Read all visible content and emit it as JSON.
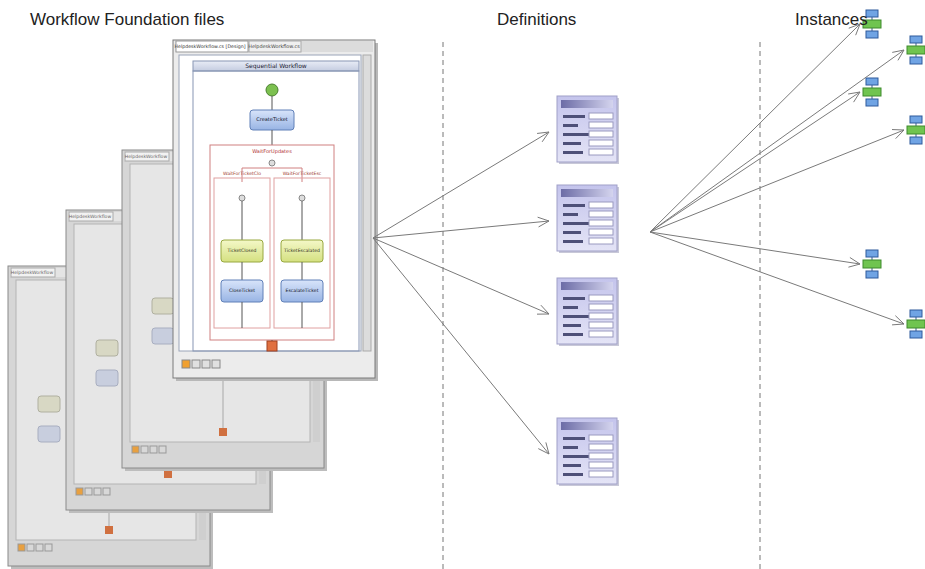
{
  "diagram": {
    "labels": [
      "Workflow Foundation files",
      "Definitions",
      "Instances",
      "HelpdeskWorkflow.cs [Design]",
      "HelpdeskWorkflow.cs",
      "Sequential Workflow",
      "CreateTicket",
      "WaitForUpdates",
      "WaitForTicketClo",
      "WaitForTicketEsc",
      "TicketClosed",
      "TicketEscalated",
      "CloseTicket",
      "EscalateTicket",
      "HelpdeskWorkflow",
      "HelpdeskWorkflow",
      "HelpdeskWorkflow"
    ]
  }
}
